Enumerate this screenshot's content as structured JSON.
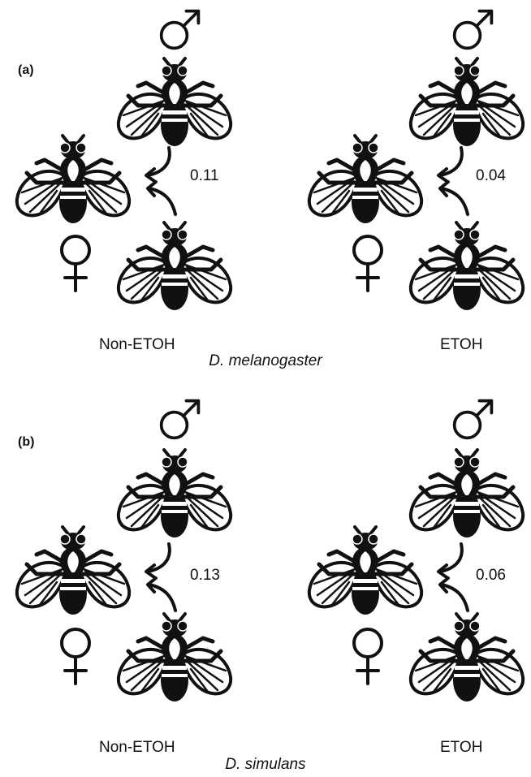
{
  "panels": [
    {
      "label": "(a)",
      "species": "D. melanogaster",
      "conditions": [
        {
          "label": "Non-ETOH",
          "value": "0.11"
        },
        {
          "label": "ETOH",
          "value": "0.04"
        }
      ]
    },
    {
      "label": "(b)",
      "species": "D. simulans",
      "conditions": [
        {
          "label": "Non-ETOH",
          "value": "0.13"
        },
        {
          "label": "ETOH",
          "value": "0.06"
        }
      ]
    }
  ],
  "icons": {
    "male": "male-symbol-icon",
    "female": "female-symbol-icon",
    "fly": "fruit-fly-icon",
    "arrow": "curved-arrow-icon"
  },
  "colors": {
    "ink": "#111111",
    "background": "#ffffff"
  }
}
